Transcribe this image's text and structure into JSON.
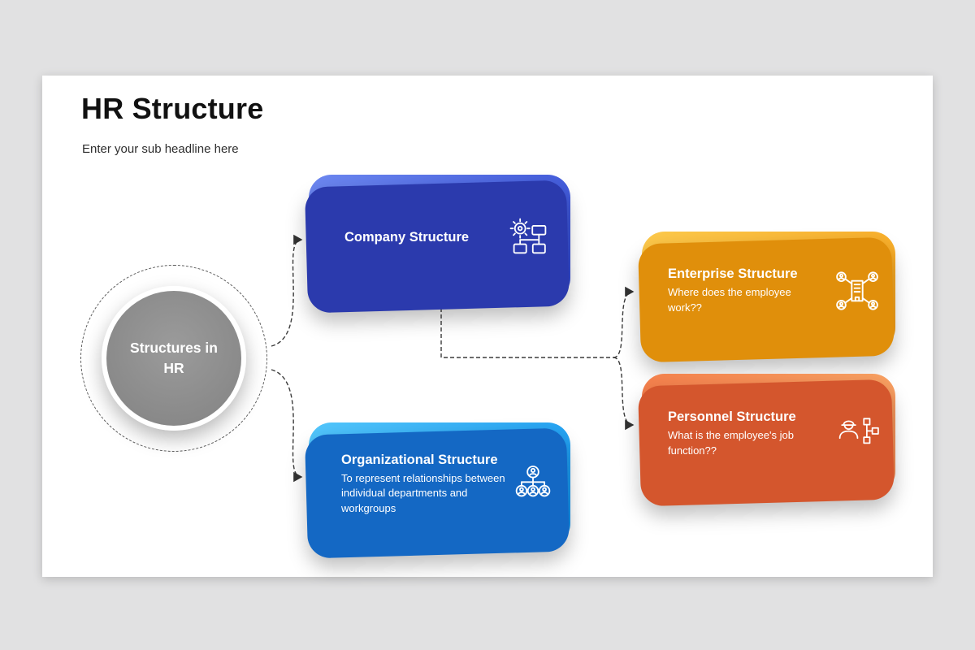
{
  "slide": {
    "title": "HR Structure",
    "subtitle": "Enter your sub headline here",
    "center_label": "Structures in HR",
    "cards": {
      "company": {
        "title": "Company Structure",
        "icon": "gear-orgchart-icon",
        "color_from": "#6d88f0",
        "color_to": "#2e46d2",
        "shadow_color": "#2b3aad"
      },
      "organizational": {
        "title": "Organizational Structure",
        "body": "To represent relationships between individual departments and workgroups",
        "icon": "team-hierarchy-icon",
        "color_from": "#53c6fb",
        "color_to": "#0c90ee",
        "shadow_color": "#1468c4"
      },
      "enterprise": {
        "title": "Enterprise Structure",
        "body": "Where does the employee work??",
        "icon": "building-network-icon",
        "color_from": "#fcc94c",
        "color_to": "#f79d13",
        "shadow_color": "#e08f0b"
      },
      "personnel": {
        "title": "Personnel Structure",
        "body": "What is the employee's job function??",
        "icon": "worker-flowchart-icon",
        "color_from": "#f9a263",
        "color_to": "#ee6138",
        "shadow_color": "#d4562d"
      }
    },
    "hub_color": "#8c8c8c",
    "connector_color": "#333333"
  }
}
